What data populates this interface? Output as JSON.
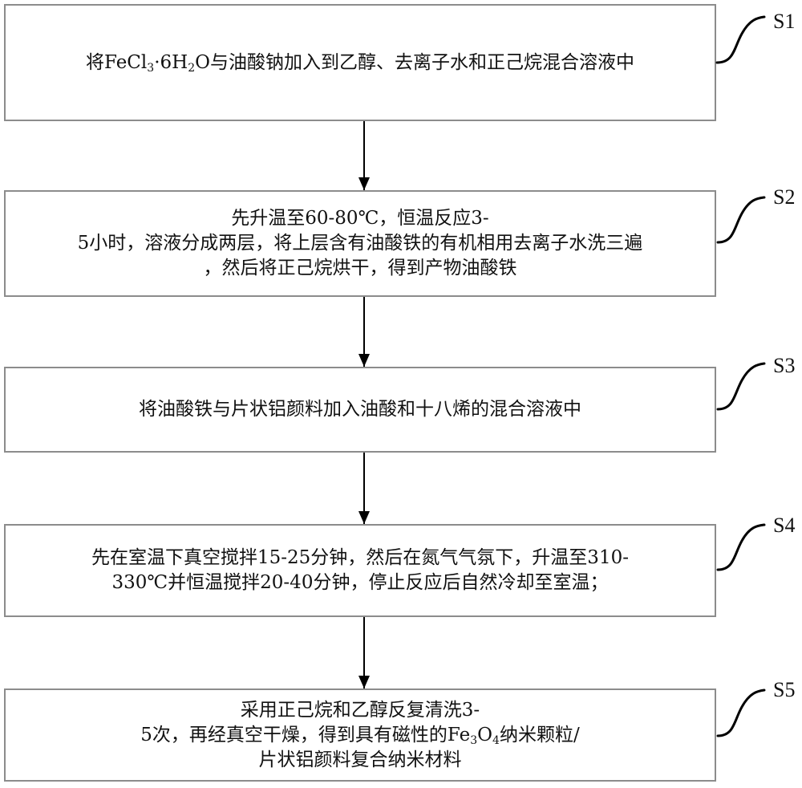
{
  "flowchart": {
    "steps": [
      {
        "id": "S1",
        "label": "S1",
        "lines": [
          {
            "parts": [
              {
                "t": "将FeCl"
              },
              {
                "t": "3",
                "sub": true
              },
              {
                "t": "·6H"
              },
              {
                "t": "2",
                "sub": true
              },
              {
                "t": "O与油酸钠加入到乙醇、去离子水和正己烷混合溶液中"
              }
            ]
          }
        ]
      },
      {
        "id": "S2",
        "label": "S2",
        "lines": [
          {
            "parts": [
              {
                "t": "先升温至60-80℃，恒温反应3-"
              }
            ]
          },
          {
            "parts": [
              {
                "t": "5小时，溶液分成两层，将上层含有油酸铁的有机相用去离子水洗三遍"
              }
            ]
          },
          {
            "parts": [
              {
                "t": "，然后将正己烷烘干，得到产物油酸铁"
              }
            ]
          }
        ]
      },
      {
        "id": "S3",
        "label": "S3",
        "lines": [
          {
            "parts": [
              {
                "t": "将油酸铁与片状铝颜料加入油酸和十八烯的混合溶液中"
              }
            ]
          }
        ]
      },
      {
        "id": "S4",
        "label": "S4",
        "lines": [
          {
            "parts": [
              {
                "t": "先在室温下真空搅拌15-25分钟，然后在氮气气氛下，升温至310-"
              }
            ]
          },
          {
            "parts": [
              {
                "t": "330℃并恒温搅拌20-40分钟，停止反应后自然冷却至室温；"
              }
            ]
          }
        ]
      },
      {
        "id": "S5",
        "label": "S5",
        "lines": [
          {
            "parts": [
              {
                "t": "采用正己烷和乙醇反复清洗3-"
              }
            ]
          },
          {
            "parts": [
              {
                "t": "5次，再经真空干燥，得到具有磁性的Fe"
              },
              {
                "t": "3",
                "sub": true
              },
              {
                "t": "O"
              },
              {
                "t": "4",
                "sub": true
              },
              {
                "t": "纳米颗粒/"
              }
            ]
          },
          {
            "parts": [
              {
                "t": "片状铝颜料复合纳米材料"
              }
            ]
          }
        ]
      }
    ],
    "colors": {
      "box_border": "#8c8c8c",
      "arrow": "#000000",
      "text": "#111111"
    }
  }
}
